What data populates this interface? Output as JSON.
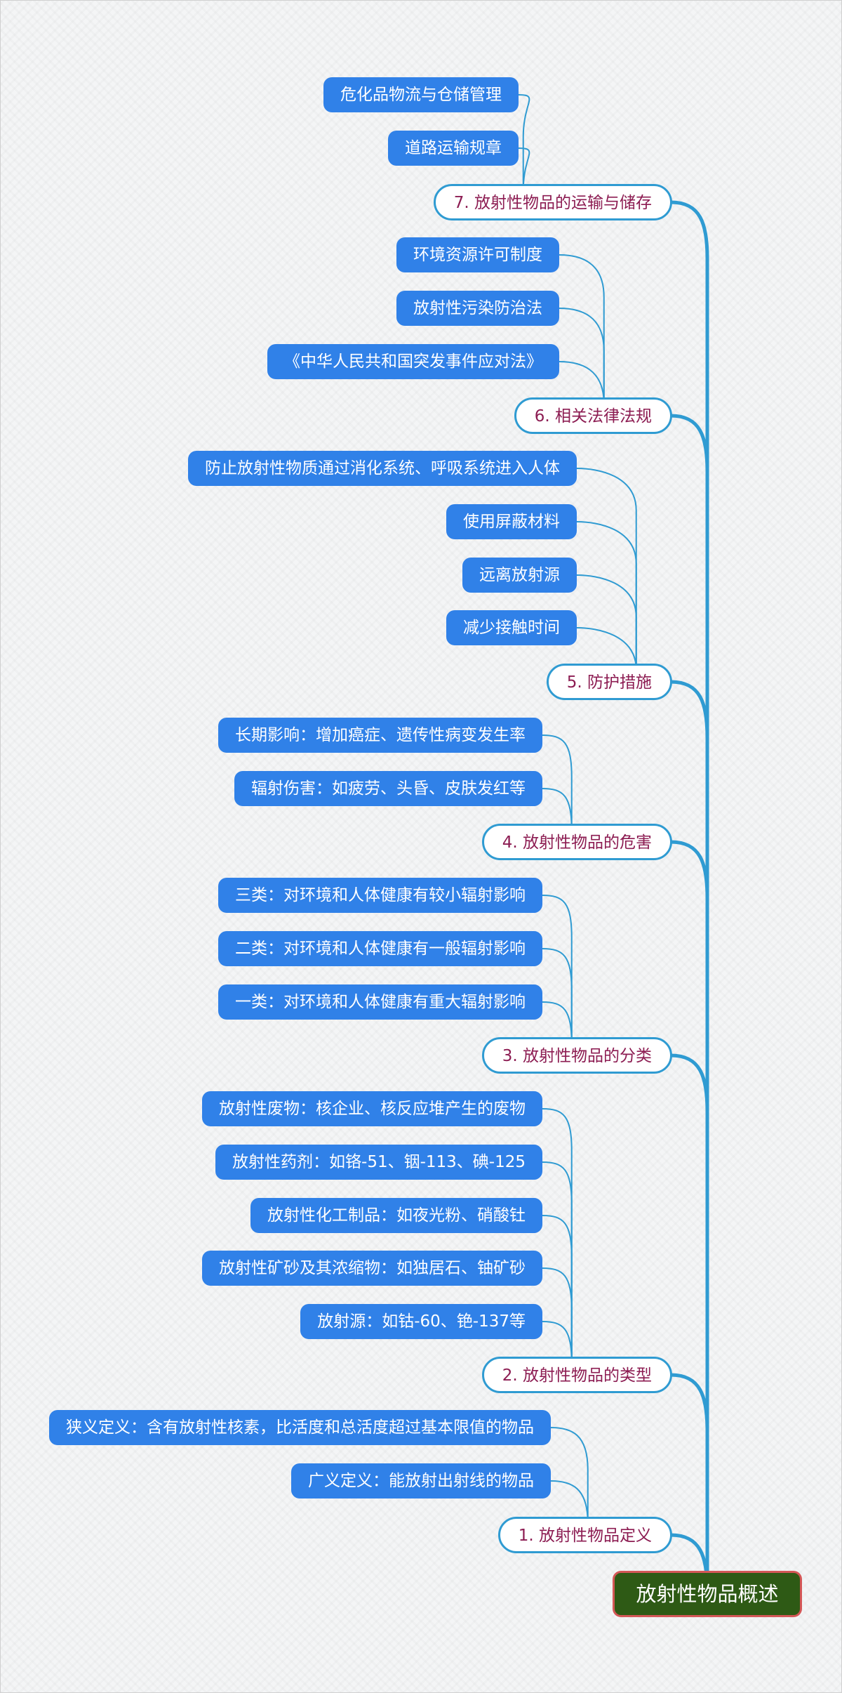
{
  "root": "放射性物品概述",
  "branches": [
    {
      "label": "1. 放射性物品定义",
      "children": [
        "狭义定义：含有放射性核素，比活度和总活度超过基本限值的物品",
        "广义定义：能放射出射线的物品"
      ]
    },
    {
      "label": "2. 放射性物品的类型",
      "children": [
        "放射性废物：核企业、核反应堆产生的废物",
        "放射性药剂：如铬-51、铟-113、碘-125",
        "放射性化工制品：如夜光粉、硝酸钍",
        "放射性矿砂及其浓缩物：如独居石、铀矿砂",
        "放射源：如钴-60、铯-137等"
      ]
    },
    {
      "label": "3. 放射性物品的分类",
      "children": [
        "三类：对环境和人体健康有较小辐射影响",
        "二类：对环境和人体健康有一般辐射影响",
        "一类：对环境和人体健康有重大辐射影响"
      ]
    },
    {
      "label": "4. 放射性物品的危害",
      "children": [
        "长期影响：增加癌症、遗传性病变发生率",
        "辐射伤害：如疲劳、头昏、皮肤发红等"
      ]
    },
    {
      "label": "5. 防护措施",
      "children": [
        "防止放射性物质通过消化系统、呼吸系统进入人体",
        "使用屏蔽材料",
        "远离放射源",
        "减少接触时间"
      ]
    },
    {
      "label": "6. 相关法律法规",
      "children": [
        "环境资源许可制度",
        "放射性污染防治法",
        "《中华人民共和国突发事件应对法》"
      ]
    },
    {
      "label": "7. 放射性物品的运输与储存",
      "children": [
        "危化品物流与仓储管理",
        "道路运输规章"
      ]
    }
  ],
  "colors": {
    "leaf": "#3081e8",
    "branch_border": "#2f9bd2",
    "branch_text": "#8c1c52",
    "root_fill": "#2e5a15",
    "root_border": "#d45757",
    "connector": "#2f9bd2"
  }
}
